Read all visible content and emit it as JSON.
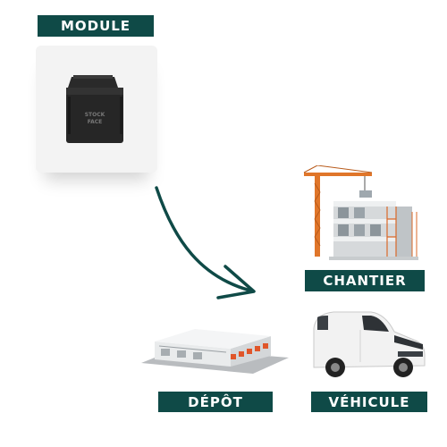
{
  "labels": {
    "module": "MODULE",
    "chantier": "CHANTIER",
    "depot": "DÉPÔT",
    "vehicule": "VÉHICULE"
  },
  "module_device_text": [
    "STOCK",
    "FACE"
  ],
  "colors": {
    "label_bg": "#0f4a47",
    "label_text": "#ffffff",
    "arrow": "#0f4a47",
    "card_bg": "#f3f3f3"
  },
  "icons": {
    "module": "obd-tracker-device-image",
    "chantier": "construction-site-crane-image",
    "depot": "warehouse-building-image",
    "vehicule": "white-van-image",
    "arrow": "curved-arrow"
  }
}
